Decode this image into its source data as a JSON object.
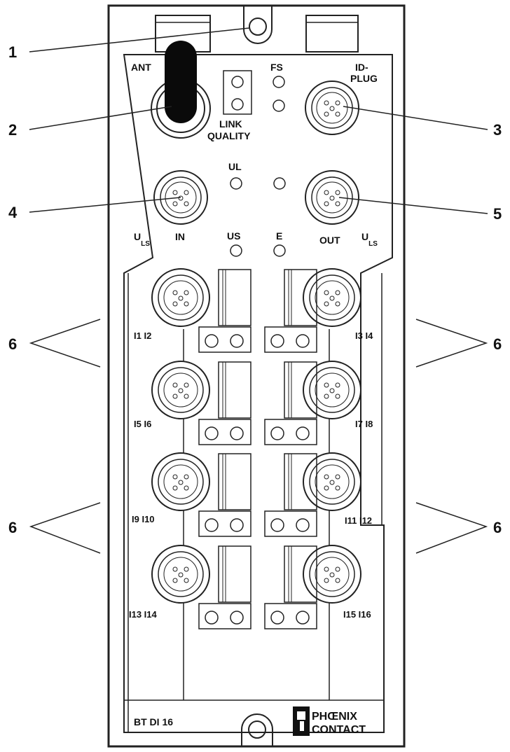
{
  "callouts": {
    "c1": "1",
    "c2": "2",
    "c3": "3",
    "c4": "4",
    "c5": "5",
    "c6": "6"
  },
  "top": {
    "ant": "ANT",
    "fs": "FS",
    "idplug_line1": "ID-",
    "idplug_line2": "PLUG",
    "link_line1": "LINK",
    "link_line2": "QUALITY",
    "ul": "UL"
  },
  "power": {
    "u_main": "U",
    "u_sub": "LS",
    "in": "IN",
    "out": "OUT",
    "us": "US",
    "e": "E"
  },
  "inputs": [
    {
      "left": "I1 I2",
      "right": "I3 I4"
    },
    {
      "left": "I5 I6",
      "right": "I7 I8"
    },
    {
      "left": "I9 I10",
      "right": "I11 I12"
    },
    {
      "left": "I13 I14",
      "right": "I15 I16"
    }
  ],
  "model": "BT DI 16",
  "brand": {
    "line1": "PHŒNIX",
    "line2": "CONTACT"
  },
  "colors": {
    "line": "#222222",
    "antenna": "#0a0a0a",
    "background": "#ffffff"
  }
}
